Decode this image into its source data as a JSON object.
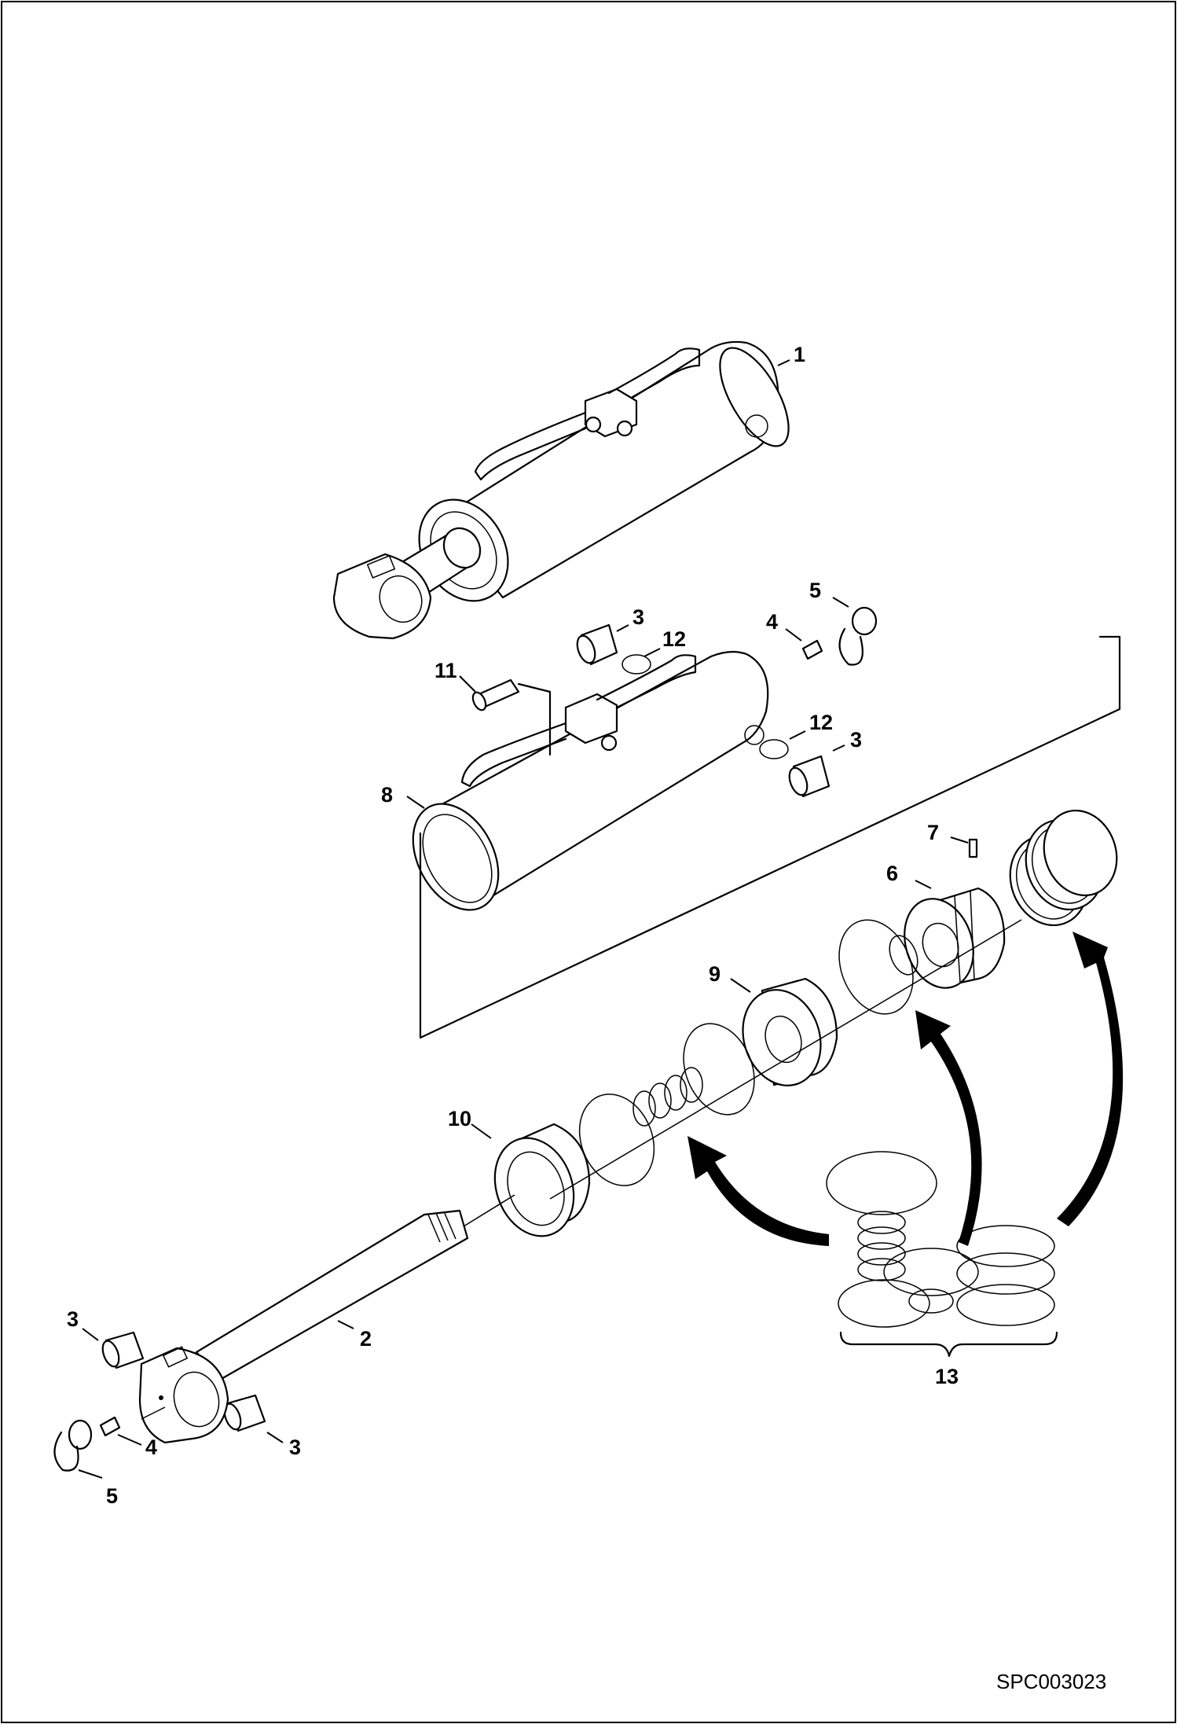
{
  "drawing": {
    "code": "SPC003023"
  },
  "callouts": [
    {
      "id": "c1",
      "label": "1"
    },
    {
      "id": "c2",
      "label": "2"
    },
    {
      "id": "c3a",
      "label": "3"
    },
    {
      "id": "c3b",
      "label": "3"
    },
    {
      "id": "c3c",
      "label": "3"
    },
    {
      "id": "c3d",
      "label": "3"
    },
    {
      "id": "c4a",
      "label": "4"
    },
    {
      "id": "c4b",
      "label": "4"
    },
    {
      "id": "c5a",
      "label": "5"
    },
    {
      "id": "c5b",
      "label": "5"
    },
    {
      "id": "c6",
      "label": "6"
    },
    {
      "id": "c7",
      "label": "7"
    },
    {
      "id": "c8",
      "label": "8"
    },
    {
      "id": "c9",
      "label": "9"
    },
    {
      "id": "c10",
      "label": "10"
    },
    {
      "id": "c11",
      "label": "11"
    },
    {
      "id": "c12a",
      "label": "12"
    },
    {
      "id": "c12b",
      "label": "12"
    },
    {
      "id": "c13",
      "label": "13"
    }
  ]
}
